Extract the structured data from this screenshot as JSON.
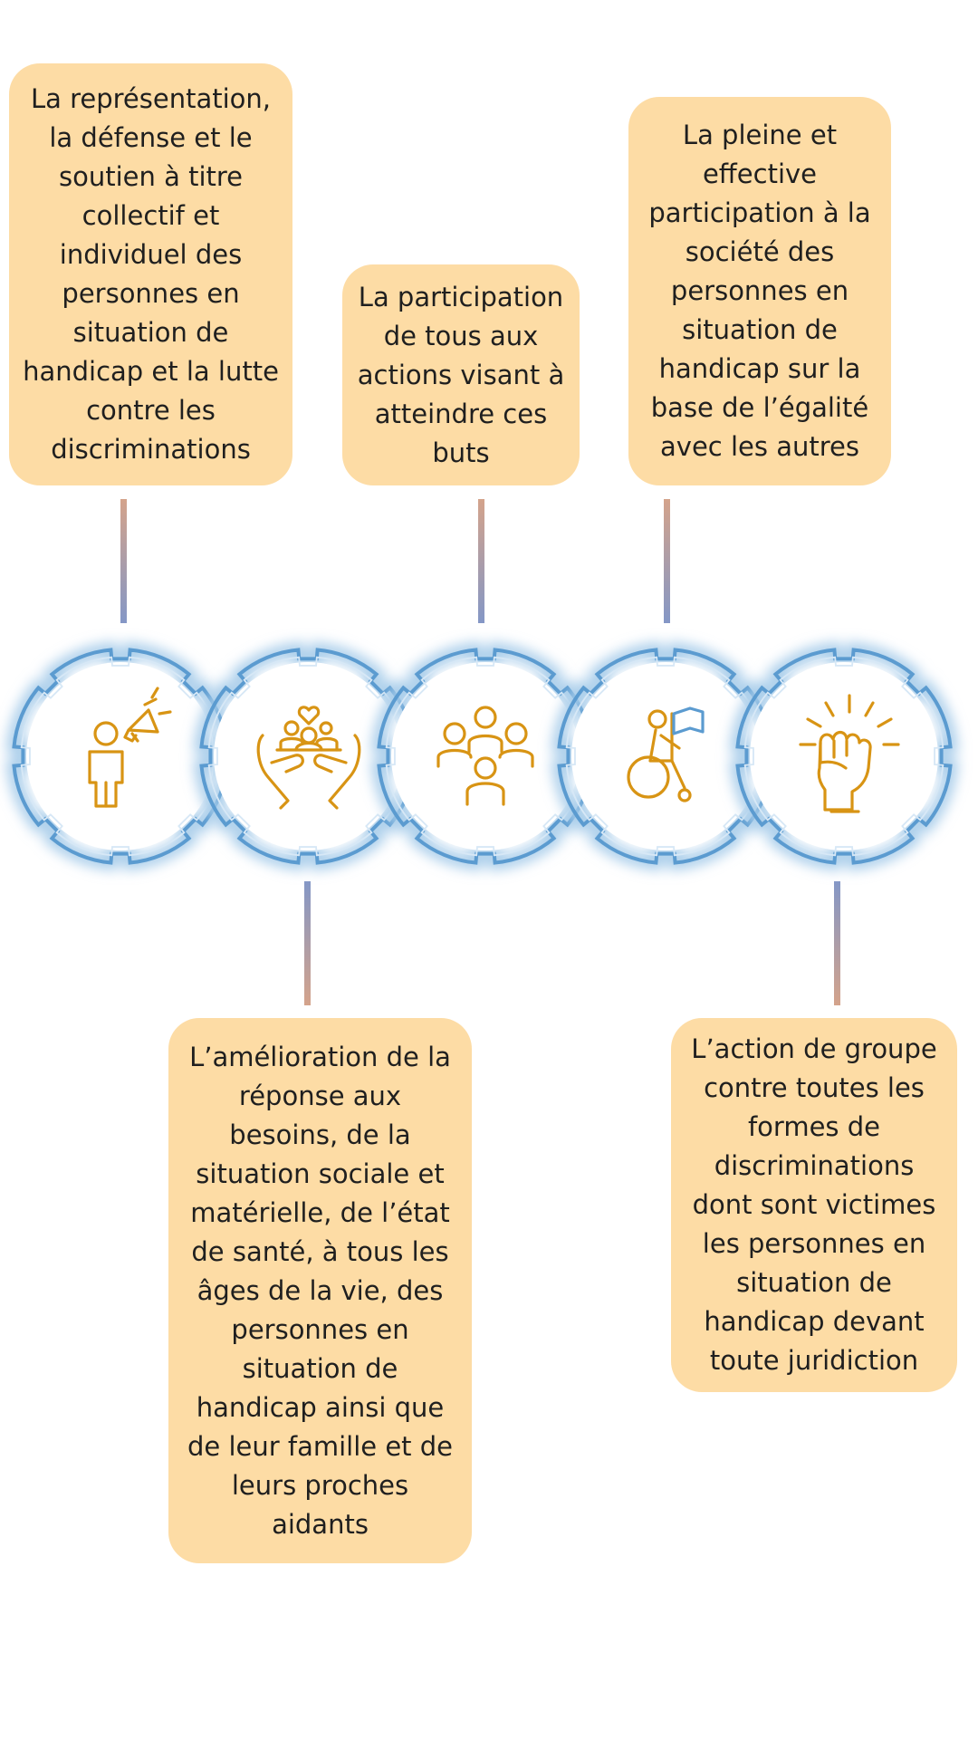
{
  "colors": {
    "card_bg": "#fddca5",
    "text": "#1f1f1f",
    "icon": "#d89414",
    "ring": "#5b9bd0",
    "glow": "#a9cdea",
    "connector_warm": "#d4a38b",
    "connector_cool": "#8497c6"
  },
  "top_cards": [
    {
      "text": "La représentation, la défense et le soutien à titre collectif et individuel des personnes en situation de handicap et la lutte contre les discriminations"
    },
    {
      "text": "La participation de tous aux actions visant à atteindre ces buts"
    },
    {
      "text": "La pleine et effective participation à la société des personnes en situation de handicap sur la base de l’égalité avec les autres"
    }
  ],
  "bottom_cards": [
    {
      "text": "L’amélioration de la réponse aux besoins, de la situation sociale et matérielle, de l’état de santé, à tous les âges de la vie, des personnes en situation de handicap ainsi que de leur famille et de leurs proches aidants"
    },
    {
      "text": "L’action de groupe contre toutes les formes de discriminations dont sont victimes les personnes en situation de handicap devant toute juridiction"
    }
  ],
  "circles": [
    {
      "icon": "person-megaphone-icon"
    },
    {
      "icon": "hands-holding-people-icon"
    },
    {
      "icon": "group-people-icon"
    },
    {
      "icon": "wheelchair-flag-icon"
    },
    {
      "icon": "raised-fist-icon"
    }
  ]
}
